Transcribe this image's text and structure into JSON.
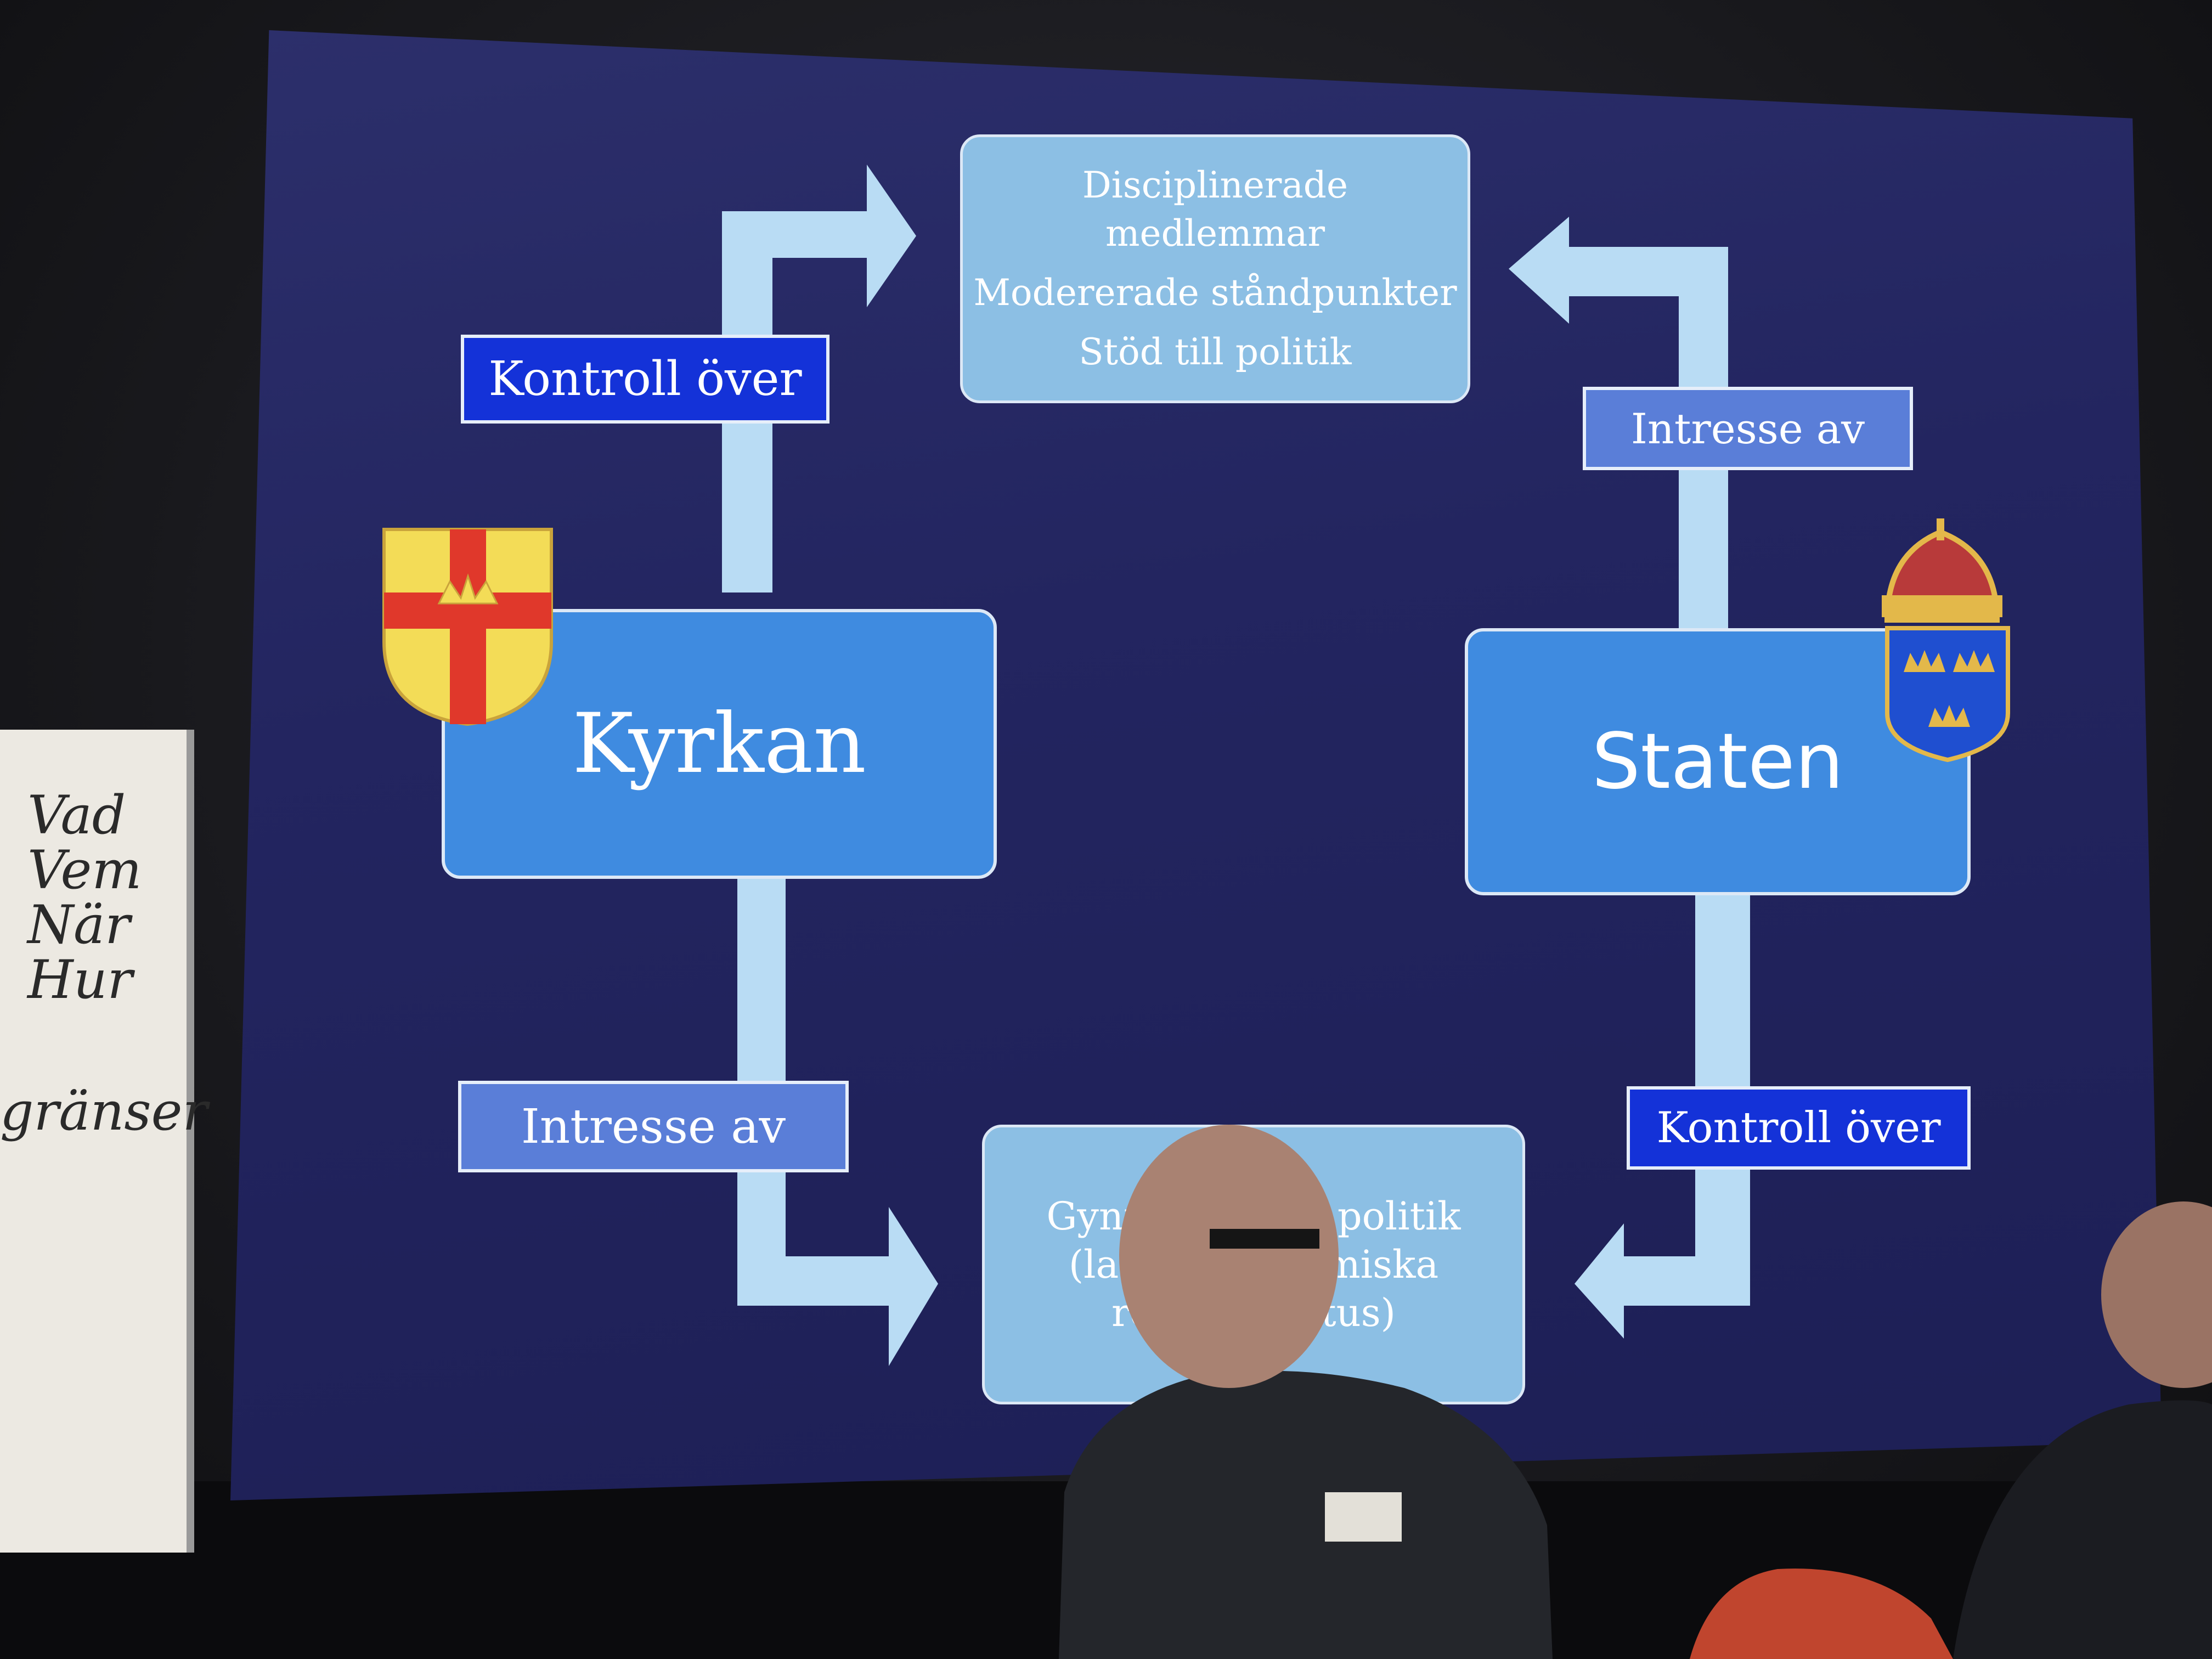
{
  "slide": {
    "top_box": {
      "lines": [
        "Disciplinerade",
        "medlemmar",
        "Modererade ståndpunkter",
        "Stöd till politik"
      ]
    },
    "left_box": {
      "label": "Kyrkan"
    },
    "right_box": {
      "label": "Staten"
    },
    "bottom_box": {
      "lines": [
        "Gynnsam ... ig politik",
        "(lagst... ... nomiska",
        "resu... ...tatus)"
      ]
    },
    "labels": {
      "top_left": "Kontroll över",
      "top_right": "Intresse av",
      "bottom_left": "Intresse av",
      "bottom_right": "Kontroll över"
    },
    "colors": {
      "slide_bg": "#232560",
      "box_blue": "#3f8be0",
      "box_light": "#8cbfe4",
      "label_dark": "#1432d8",
      "label_light": "#5a7ed8",
      "arrow": "#b9dcf4"
    },
    "icons": [
      "church-coat-of-arms-icon",
      "swedish-royal-coat-of-arms-icon"
    ]
  },
  "whiteboard": {
    "lines": [
      "Vad",
      "Vem",
      "När",
      "Hur",
      "gränser"
    ]
  }
}
